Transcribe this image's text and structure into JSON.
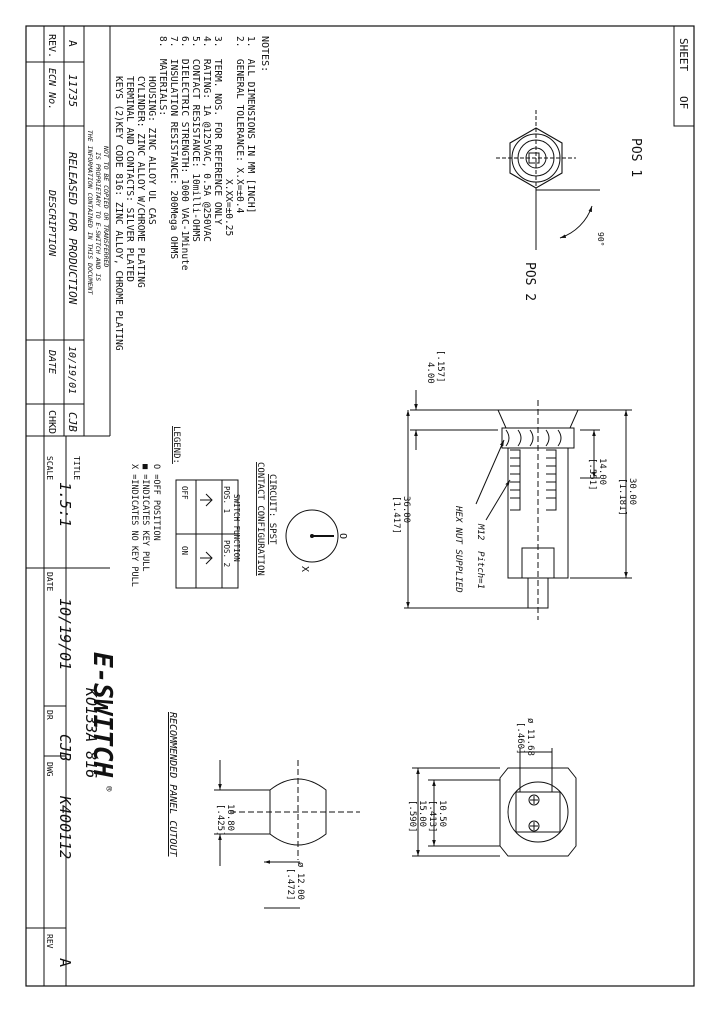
{
  "sheet": {
    "sheet_label": "SHEET",
    "of_label": "OF"
  },
  "notes": {
    "header": "NOTES:",
    "lines": [
      "1.  ALL DIMENSIONS IN MM [INCH]",
      "2.  GENERAL TOLERANCE: X.X=±0.4",
      "                         X.XX=±0.25",
      "3.  TERM. NOS. FOR REFERENCE ONLY",
      "4.  RATING: 1A @125VAC, 0.5A @250VAC",
      "5.  CONTACT RESISTANCE: 10milli-OHMS",
      "6.  DIELECTRIC STRENGTH: 1000 VAC-1Minute",
      "7.  INSULATION RESISTANCE: 200Mega OHMS",
      "8.  MATERIALS:",
      "       HOUSING: ZINC ALLOY UL CAS",
      "       CYLINDER: ZINC ALLOY W/CHROME PLATING",
      "       TERMINAL AND CONTACTS: SILVER PLATED",
      "       KEYS (2)KEY CODE 816: ZINC ALLOY, CHROME PLATING"
    ]
  },
  "revision_table": {
    "headers": {
      "rev": "REV.",
      "ecn": "ECN No.",
      "description": "DESCRIPTION",
      "date": "DATE",
      "chkd": "CHKD"
    },
    "rows": [
      {
        "rev": "A",
        "ecn": "11735",
        "description": "RELEASED FOR PRODUCTION",
        "date": "10/19/01",
        "chkd": "CJB"
      }
    ]
  },
  "disclaimer": [
    "THE INFORMATION CONTAINED IN THIS DOCUMENT",
    "IS PROPRIETARY TO E-SWITCH AND IS",
    "NOT TO BE COPIED OR TRANSFERRED"
  ],
  "title_block": {
    "title_label": "TITLE",
    "title_value": "KO133A 816",
    "scale_label": "SCALE",
    "scale_value": "1.5:1",
    "date_label": "DATE",
    "date_value": "10/19/01",
    "dr_label": "DR",
    "dr_value": "CJB",
    "dwg_label": "DWG",
    "dwg_value": "K400112",
    "rev_label": "REV",
    "rev_value": "A",
    "logo_text": "E-SWITCH",
    "registered_mark": "®"
  },
  "front_view": {
    "pos1": "POS 1",
    "pos2": "POS 2",
    "angle": "90°"
  },
  "side_view": {
    "dim_400": "4.00",
    "dim_400_in": "[.157]",
    "dim_1400": "14.00",
    "dim_1400_in": "[.551]",
    "dim_3000": "30.00",
    "dim_3000_in": "[1.181]",
    "dim_3600": "36.00",
    "dim_3600_in": "[1.417]",
    "hex_nut": "HEX NUT SUPPLIED",
    "thread": "M12  Pitch=1"
  },
  "end_view": {
    "dia_label": "ø 11.68",
    "dia_in": "[.460]",
    "dim_1050": "10.50",
    "dim_1050_in": "[.413]",
    "dim_1500": "15.00",
    "dim_1500_in": "[.590]"
  },
  "panel_cutout": {
    "title": "RECOMMENDED PANEL CUTOUT",
    "dim_1080": "10.80",
    "dim_1080_in": "[.425]",
    "dim_1200": "ø 12.00",
    "dim_1200_in": "[.472]"
  },
  "circuit": {
    "title1": "CIRCUIT: SPST",
    "title2": "CONTACT CONFIGURATION",
    "col_header": "SWITCH FUNCTION",
    "pos1": "POS. 1",
    "pos2": "POS. 2",
    "off": "OFF",
    "on": "ON",
    "o_mark": "O",
    "x_mark": "X"
  },
  "legend": {
    "header": "LEGEND:",
    "items": [
      "O =OFF POSITION",
      "■ =INDICATES KEY PULL",
      "X =INDICATES NO KEY PULL"
    ]
  }
}
